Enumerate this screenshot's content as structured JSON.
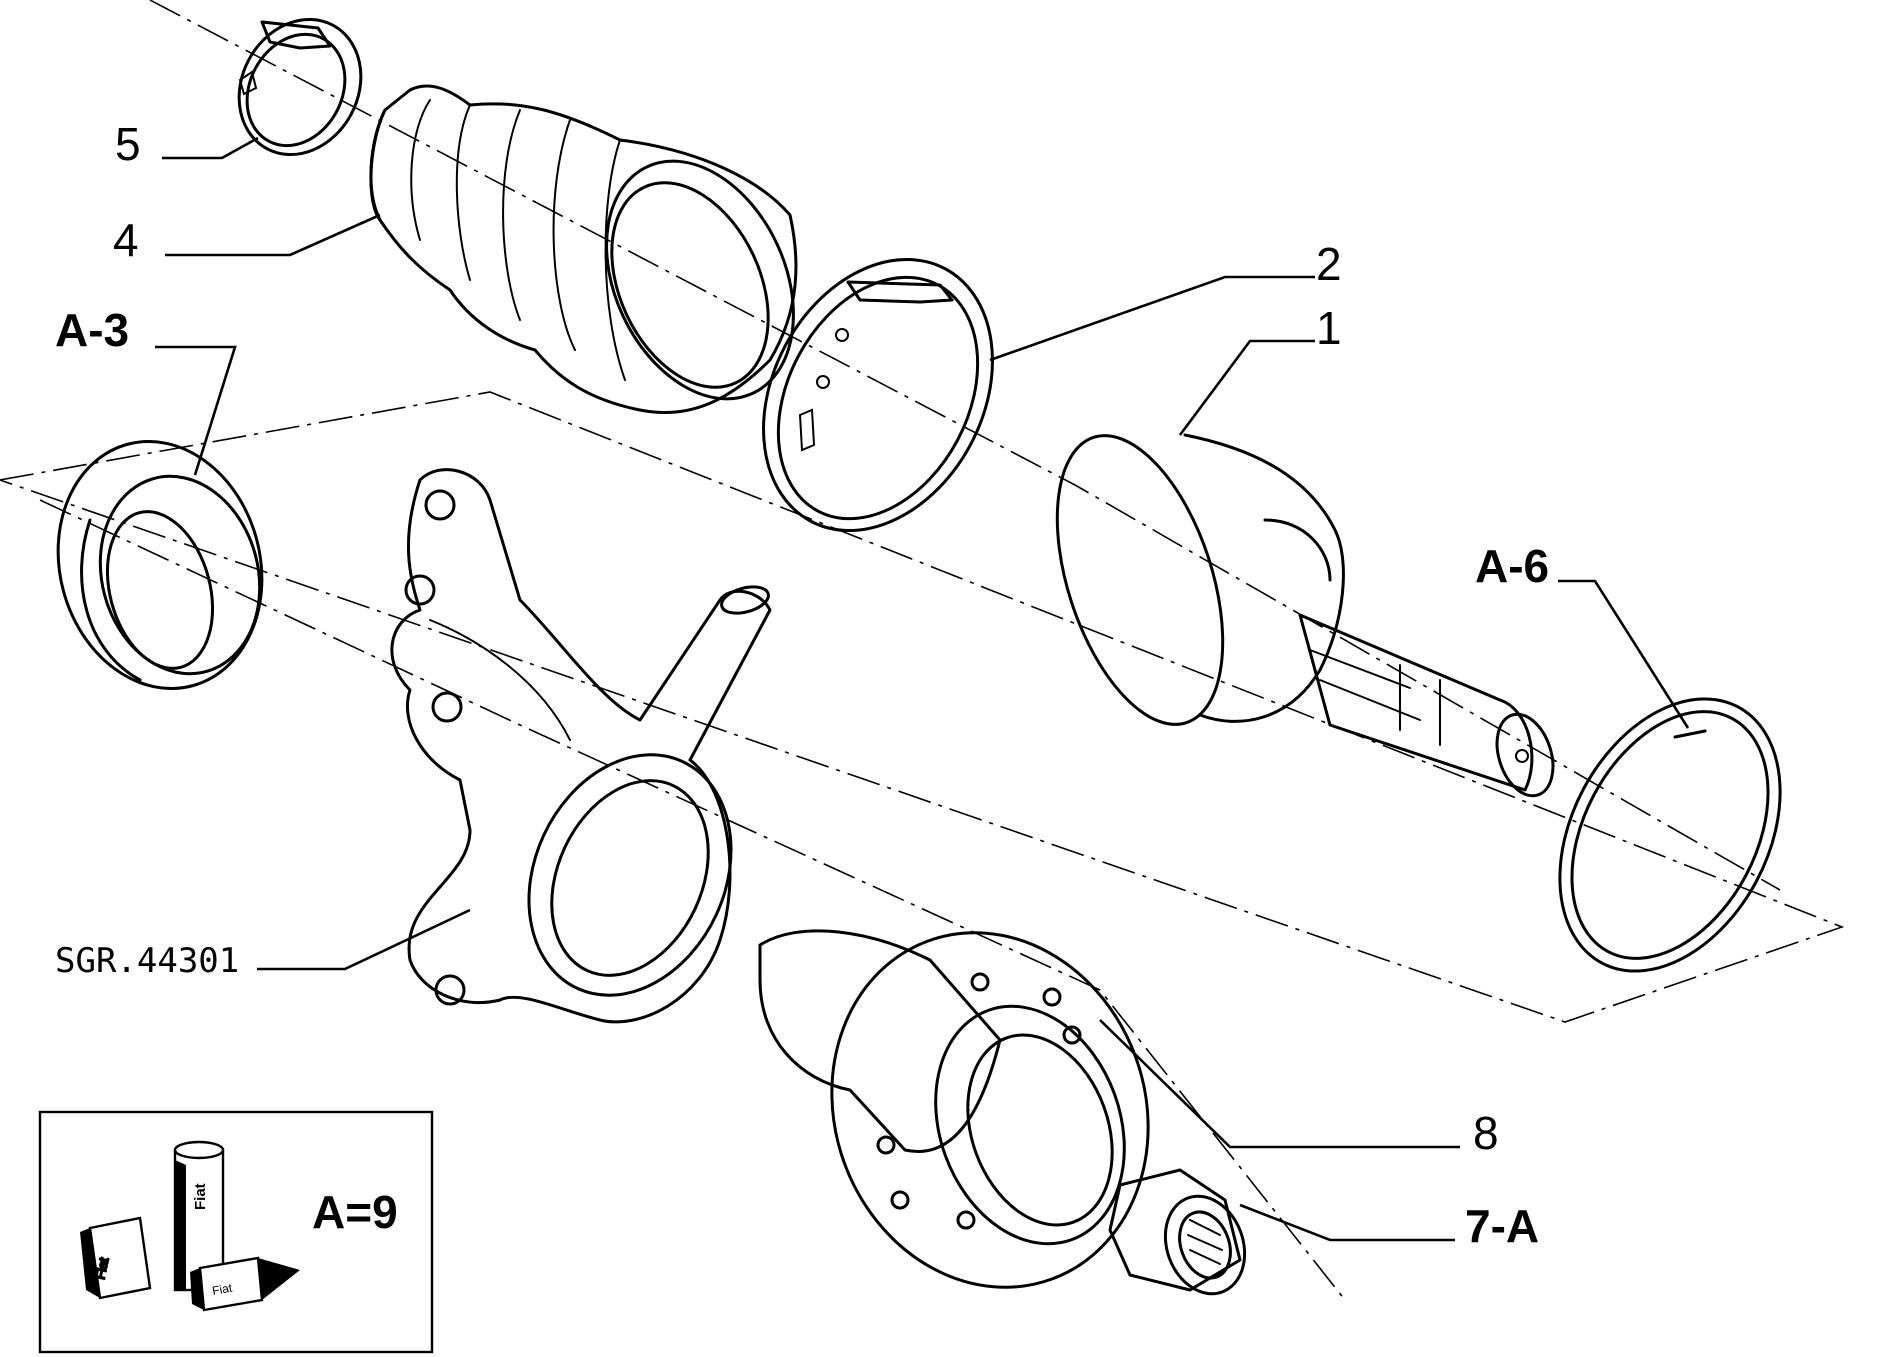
{
  "diagram": {
    "drawing_code": "SGR.44301",
    "callouts": {
      "ring_clamp_small": "5",
      "boot": "4",
      "ring_clamp_large": "2",
      "cv_joint": "1",
      "bearing": "A-3",
      "circlip": "A-6",
      "hub": "8",
      "hub_nut": "7-A"
    },
    "legend": {
      "text": "A=9",
      "product_labels": [
        "Fiat",
        "Fiat",
        "Fiat"
      ]
    }
  }
}
